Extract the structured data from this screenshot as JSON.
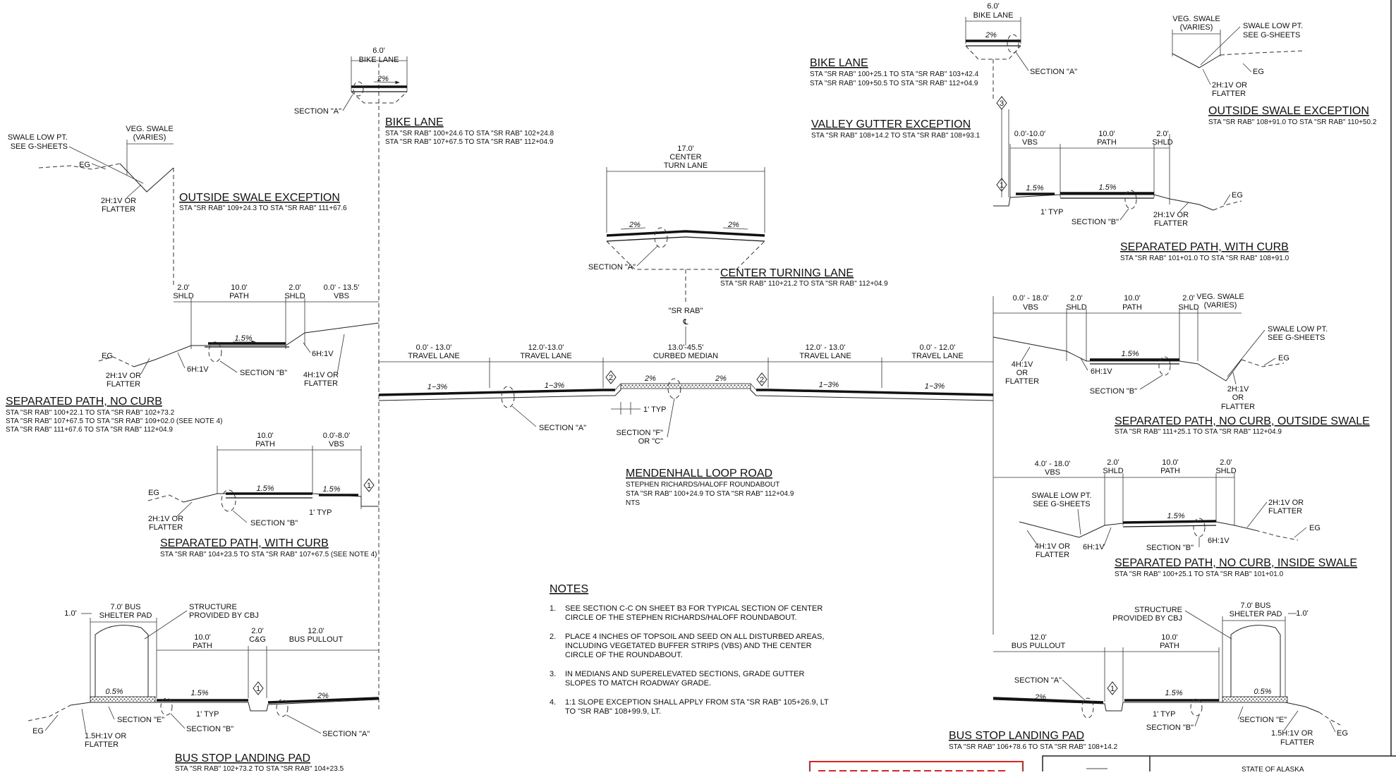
{
  "titles": {
    "bike_lane_left": "BIKE LANE",
    "outside_swale_left": "OUTSIDE SWALE EXCEPTION",
    "sep_path_no_curb_left": "SEPARATED PATH, NO CURB",
    "sep_path_with_curb_left": "SEPARATED PATH, WITH CURB",
    "bus_stop_left": "BUS STOP LANDING PAD",
    "center_turning_lane": "CENTER TURNING LANE",
    "mendenhall": "MENDENHALL LOOP ROAD",
    "bike_lane_right": "BIKE LANE",
    "valley_gutter": "VALLEY GUTTER EXCEPTION",
    "outside_swale_right": "OUTSIDE SWALE EXCEPTION",
    "sep_path_with_curb_right": "SEPARATED PATH, WITH CURB",
    "sep_path_no_curb_outside": "SEPARATED PATH, NO CURB, OUTSIDE SWALE",
    "sep_path_no_curb_inside": "SEPARATED PATH, NO CURB, INSIDE SWALE",
    "bus_stop_right": "BUS STOP LANDING PAD"
  },
  "stations": {
    "bike_lane_left_1": "STA \"SR RAB\" 100+24.6 TO STA \"SR RAB\" 102+24.8",
    "bike_lane_left_2": "STA \"SR RAB\" 107+67.5 TO STA \"SR RAB\" 112+04.9",
    "outside_swale_left": "STA \"SR RAB\" 109+24.3 TO STA \"SR RAB\" 111+67.6",
    "sep_no_curb_left_1": "STA \"SR RAB\" 100+22.1 TO STA \"SR RAB\" 102+73.2",
    "sep_no_curb_left_2": "STA \"SR RAB\" 107+67.5 TO STA \"SR RAB\" 109+02.0 (SEE NOTE 4)",
    "sep_no_curb_left_3": "STA \"SR RAB\" 111+67.6 TO STA \"SR RAB\" 112+04.9",
    "sep_with_curb_left": "STA \"SR RAB\" 104+23.5 TO STA \"SR RAB\" 107+67.5 (SEE NOTE 4)",
    "bus_stop_left": "STA \"SR RAB\" 102+73.2 TO STA \"SR RAB\" 104+23.5",
    "center_turning_lane": "STA \"SR RAB\" 110+21.2 TO STA \"SR RAB\" 112+04.9",
    "mendenhall_sub": "STEPHEN RICHARDS/HALOFF ROUNDABOUT",
    "mendenhall_sta": "STA \"SR RAB\" 100+24.9 TO STA \"SR RAB\" 112+04.9",
    "mendenhall_nts": "NTS",
    "bike_lane_right_1": "STA \"SR RAB\" 100+25.1 TO STA \"SR RAB\" 103+42.4",
    "bike_lane_right_2": "STA \"SR RAB\" 109+50.5 TO STA \"SR RAB\" 112+04.9",
    "valley_gutter": "STA \"SR RAB\" 108+14.2 TO STA \"SR RAB\" 108+93.1",
    "outside_swale_right": "STA \"SR RAB\" 108+91.0 TO STA \"SR RAB\" 110+50.2",
    "sep_with_curb_right": "STA \"SR RAB\" 101+01.0 TO STA \"SR RAB\" 108+91.0",
    "sep_no_curb_outside": "STA \"SR RAB\" 111+25.1 TO STA \"SR RAB\" 112+04.9",
    "sep_no_curb_inside": "STA \"SR RAB\" 100+25.1 TO STA \"SR RAB\" 101+01.0",
    "bus_stop_right": "STA \"SR RAB\" 106+78.6 TO STA \"SR RAB\" 108+14.2"
  },
  "dims": {
    "bike_6": "6.0'",
    "bike_lane": "BIKE LANE",
    "veg_swale": "VEG. SWALE",
    "varies": "(VARIES)",
    "shld_2": "2.0'",
    "shld": "SHLD",
    "path_10": "10.0'",
    "path": "PATH",
    "vbs": "VBS",
    "vbs_0_135": "0.0' - 13.5'",
    "vbs_0_8": "0.0'-8.0'",
    "travel_lane": "TRAVEL LANE",
    "tl_0_13": "0.0' - 13.0'",
    "tl_12_13a": "12.0'-13.0'",
    "tl_12_13b": "12.0' - 13.0'",
    "tl_0_12": "0.0' - 12.0'",
    "median_w": "13.0'-45.5'",
    "curbed_median": "CURBED MEDIAN",
    "ctl_17": "17.0'",
    "center": "CENTER",
    "turn_lane": "TURN LANE",
    "sr_rab": "\"SR RAB\"",
    "cl": "℄",
    "bus7": "7.0' BUS",
    "shelter_pad": "SHELTER PAD",
    "one_ft": "1.0'",
    "cg_2": "2.0'",
    "cg": "C&G",
    "pullout_12": "12.0'",
    "bus_pullout": "BUS PULLOUT",
    "vbs_0_10": "0.0'-10.0'",
    "vbs_0_18": "0.0' - 18.0'",
    "vbs_4_18": "4.0' - 18.0'"
  },
  "labels": {
    "section_a": "SECTION \"A\"",
    "section_b": "SECTION \"B\"",
    "section_e": "SECTION \"E\"",
    "section_f": "SECTION \"F\"",
    "or_c": "OR \"C\"",
    "eg": "EG",
    "swale_low": "SWALE LOW PT.",
    "see_g": "SEE G-SHEETS",
    "two_h": "2H:1V OR",
    "flatter": "FLATTER",
    "six_h": "6H:1V",
    "four_h": "4H:1V OR",
    "four_h_short": "4H:1V",
    "two_h_short": "2H:1V",
    "or": "OR",
    "one_five_h": "1.5H:1V OR",
    "one_typ": "1' TYP",
    "structure": "STRUCTURE",
    "by_cbj": "PROVIDED BY CBJ"
  },
  "slopes": {
    "s2": "2%",
    "s15": "1.5%",
    "s13": "1−3%",
    "s05": "0.5%"
  },
  "markers": {
    "m1": "1",
    "m2": "2",
    "m3": "3"
  },
  "notes": {
    "heading": "NOTES",
    "items": [
      {
        "num": "1.",
        "lines": [
          "SEE SECTION C-C ON SHEET B3 FOR TYPICAL SECTION OF CENTER",
          "CIRCLE OF THE STEPHEN RICHARDS/HALOFF ROUNDABOUT."
        ]
      },
      {
        "num": "2.",
        "lines": [
          "PLACE 4 INCHES OF TOPSOIL AND SEED ON ALL DISTURBED AREAS,",
          "INCLUDING VEGETATED BUFFER STRIPS (VBS) AND THE CENTER",
          "CIRCLE OF THE ROUNDABOUT."
        ]
      },
      {
        "num": "3.",
        "lines": [
          "IN MEDIANS AND SUPERELEVATED SECTIONS, GRADE GUTTER",
          "SLOPES TO MATCH ROADWAY GRADE."
        ]
      },
      {
        "num": "4.",
        "lines": [
          "1:1 SLOPE EXCEPTION SHALL APPLY  FROM STA \"SR RAB\" 105+26.9, LT",
          "TO \"SR RAB\" 108+99.9, LT."
        ]
      }
    ]
  },
  "title_block": {
    "state": "STATE OF ALASKA"
  }
}
